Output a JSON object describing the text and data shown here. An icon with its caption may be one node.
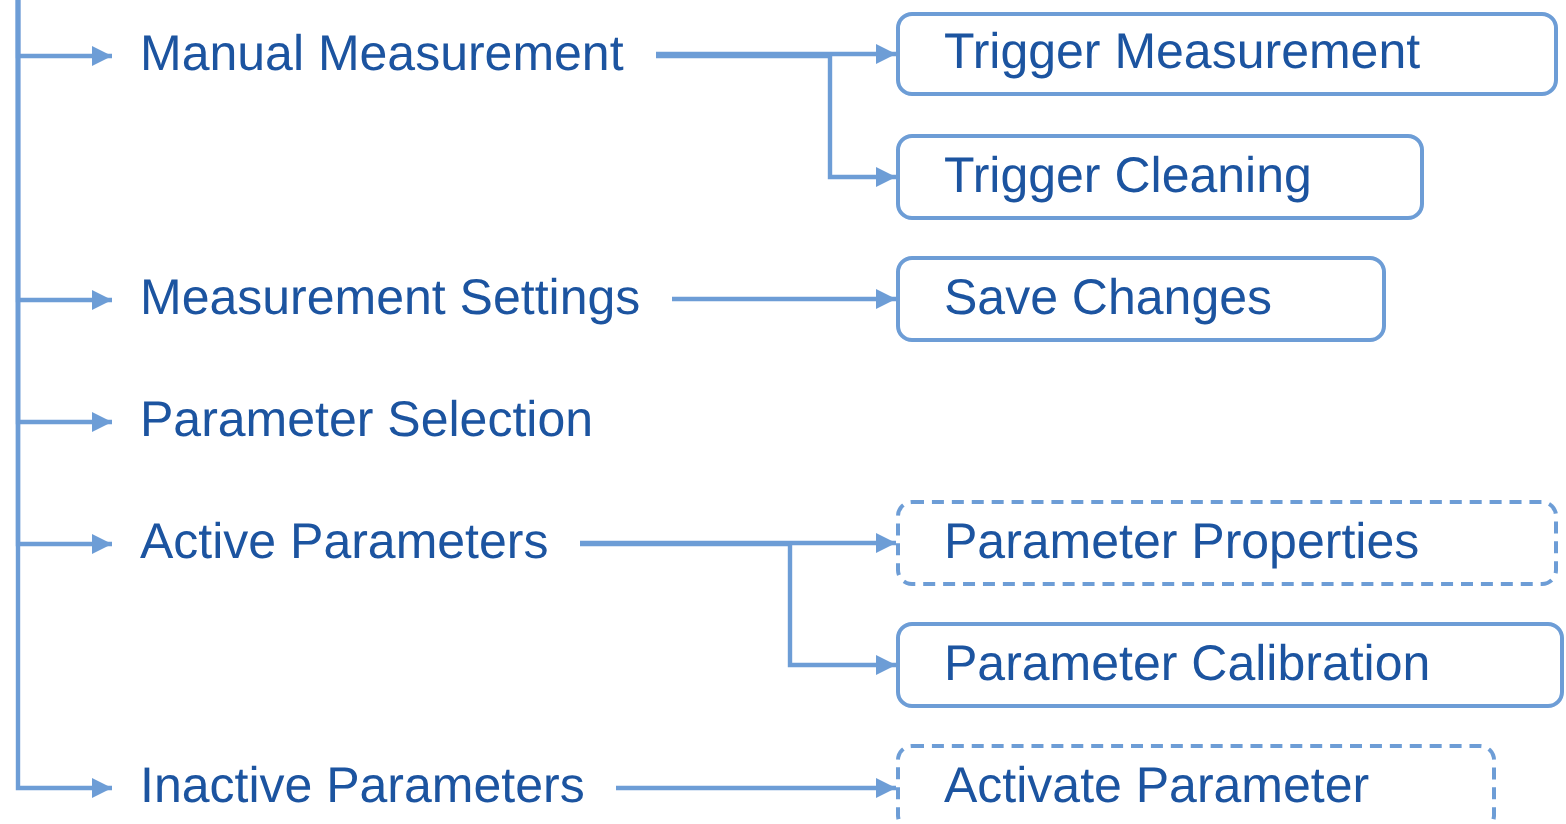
{
  "diagram": {
    "nodes": [
      {
        "text": [
          "Manual Measurement"
        ]
      },
      {
        "text": [
          "Trigger Measurement"
        ]
      },
      {
        "text": [
          "Trigger Cleaning"
        ]
      },
      {
        "text": [
          "Measurement Settings"
        ]
      },
      {
        "text": [
          "Save Changes"
        ]
      },
      {
        "text": [
          "Parameter Selection"
        ]
      },
      {
        "text": [
          "Active Parameters"
        ]
      },
      {
        "text": [
          "Parameter Properties"
        ]
      },
      {
        "text": [
          "Parameter Calibration"
        ]
      },
      {
        "text": [
          "Inactive Parameters"
        ]
      },
      {
        "text": [
          "Activate Parameter"
        ]
      }
    ],
    "edges": [
      {
        "from": null,
        "to": 0,
        "arrow": "to"
      },
      {
        "from": null,
        "to": 3,
        "arrow": "to"
      },
      {
        "from": null,
        "to": 5,
        "arrow": "to"
      },
      {
        "from": null,
        "to": 6,
        "arrow": "to"
      },
      {
        "from": null,
        "to": 9,
        "arrow": "to"
      },
      {
        "from": 0,
        "to": 1,
        "arrow": "to"
      },
      {
        "from": 0,
        "to": 2,
        "arrow": "to"
      },
      {
        "from": 3,
        "to": 4,
        "arrow": "to"
      },
      {
        "from": 6,
        "to": 7,
        "arrow": "to"
      },
      {
        "from": 6,
        "to": 8,
        "arrow": "to"
      },
      {
        "from": 9,
        "to": 10,
        "arrow": "to"
      }
    ]
  }
}
